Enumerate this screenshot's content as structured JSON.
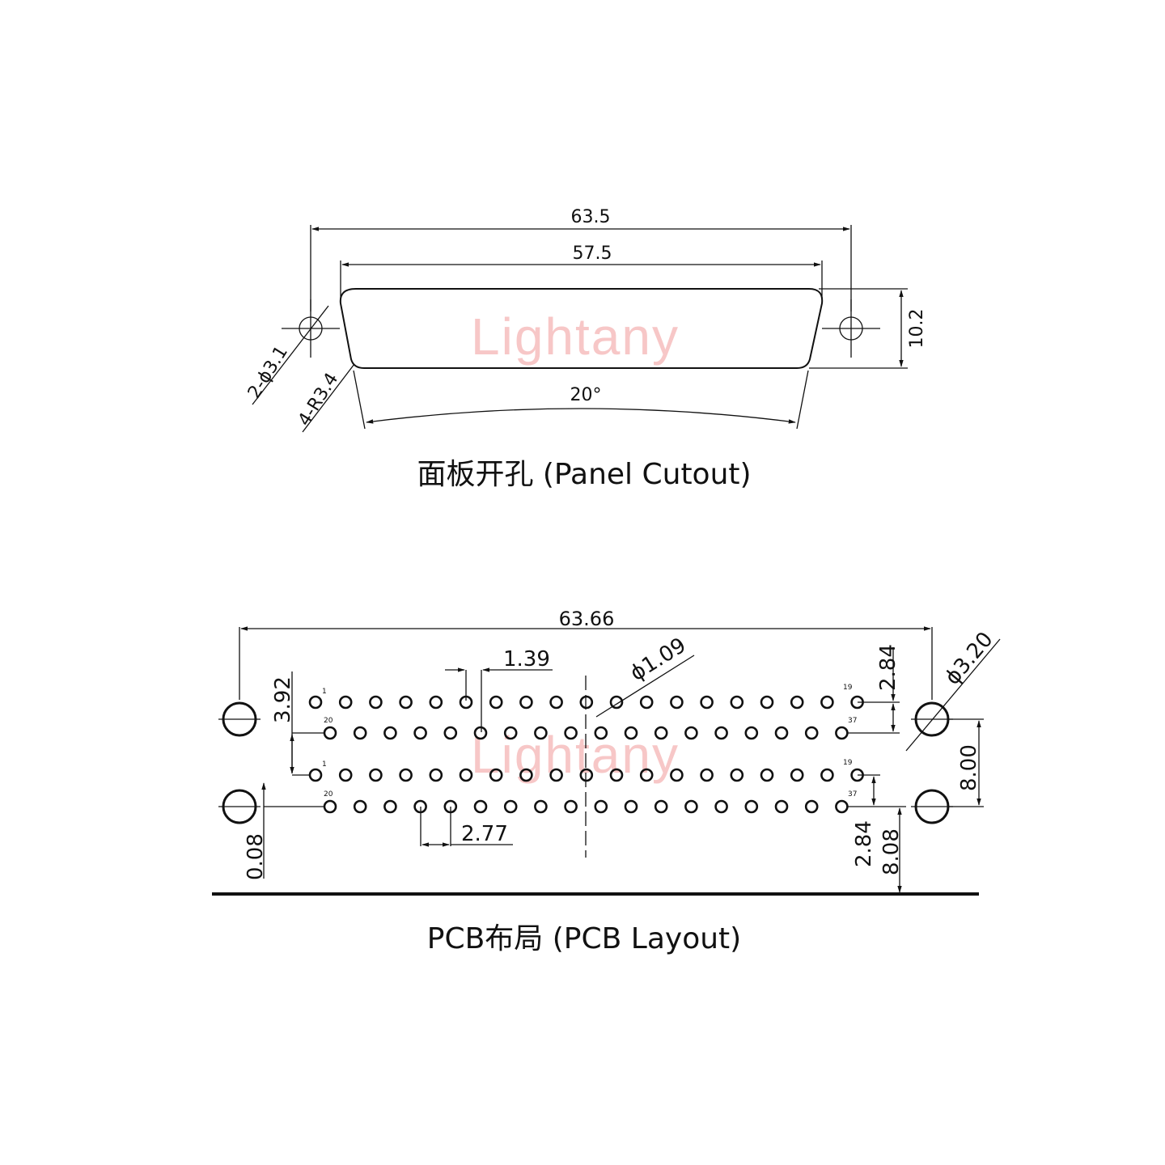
{
  "watermark": "Lightany",
  "panel": {
    "caption": "面板开孔 (Panel Cutout)",
    "dim_overall": "63.5",
    "dim_cutout": "57.5",
    "dim_height": "10.2",
    "dim_angle": "20°",
    "dim_hole": "2-ϕ3.1",
    "dim_radius": "4-R3.4"
  },
  "pcb": {
    "caption": "PCB布局 (PCB Layout)",
    "dim_overall": "63.66",
    "dim_pitch_half": "1.39",
    "dim_pin_dia": "ϕ1.09",
    "dim_mount_dia": "ϕ3.20",
    "dim_row_offset_top": "2.84",
    "dim_row_offset_bottom": "2.84",
    "dim_row_gap": "3.92",
    "dim_group_gap": "8.00",
    "dim_pitch": "2.77",
    "dim_edge_small": "0.08",
    "dim_edge_large": "8.08",
    "pin_labels": {
      "r1_start": "1",
      "r1_end": "19",
      "r2_start": "20",
      "r2_end": "37",
      "r3_start": "1",
      "r3_end": "19",
      "r4_start": "20",
      "r4_end": "37"
    },
    "rows": [
      {
        "pins": 19
      },
      {
        "pins": 18
      },
      {
        "pins": 19
      },
      {
        "pins": 18
      }
    ]
  }
}
